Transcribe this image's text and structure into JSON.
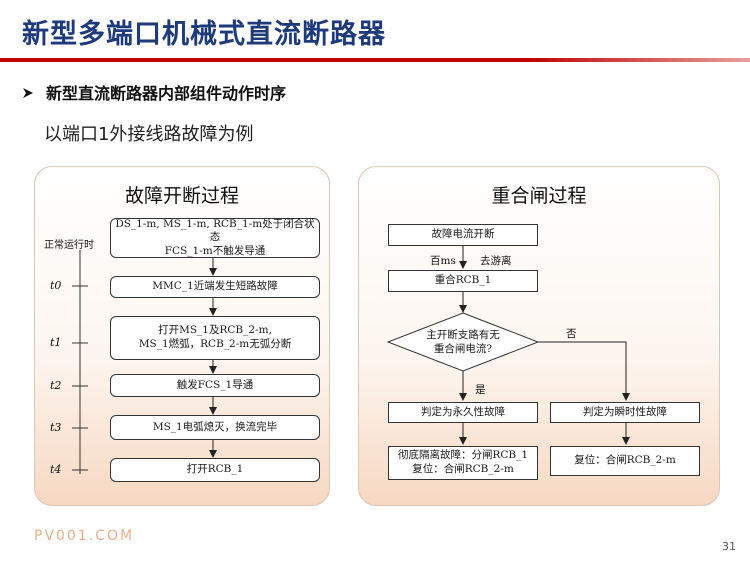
{
  "header": {
    "title": "新型多端口机械式直流断路器"
  },
  "bullet": {
    "text": "新型直流断路器内部组件动作时序"
  },
  "subtitle": "以端口1外接线路故障为例",
  "left_panel": {
    "title": "故障开断过程",
    "timeline_label": "正常运行时",
    "time_labels": [
      "t0",
      "t1",
      "t2",
      "t3",
      "t4"
    ],
    "boxes": [
      {
        "line1": "DS_1-m, MS_1-m, RCB_1-m处于闭合状态",
        "line2": "FCS_1-m不触发导通"
      },
      {
        "line1": "MMC_1近端发生短路故障",
        "line2": ""
      },
      {
        "line1": "打开MS_1及RCB_2-m,",
        "line2": "MS_1燃弧，RCB_2-m无弧分断"
      },
      {
        "line1": "触发FCS_1导通",
        "line2": ""
      },
      {
        "line1": "MS_1电弧熄灭，换流完毕",
        "line2": ""
      },
      {
        "line1": "打开RCB_1",
        "line2": ""
      }
    ]
  },
  "right_panel": {
    "title": "重合闸过程",
    "box_break": "故障电流开断",
    "label_ms": "百ms",
    "label_dissociate": "去游离",
    "box_reclose": "重合RCB_1",
    "decision_line1": "主开断支路有无",
    "decision_line2": "重合闸电流?",
    "label_yes": "是",
    "label_no": "否",
    "box_permanent": "判定为永久性故障",
    "box_temporary": "判定为瞬时性故障",
    "box_isolate_line1": "彻底隔离故障：分闸RCB_1",
    "box_isolate_line2": "复位：合闸RCB_2-m",
    "box_reset": "复位：合闸RCB_2-m"
  },
  "footer": {
    "logo": "PV001.COM",
    "page": "31"
  }
}
